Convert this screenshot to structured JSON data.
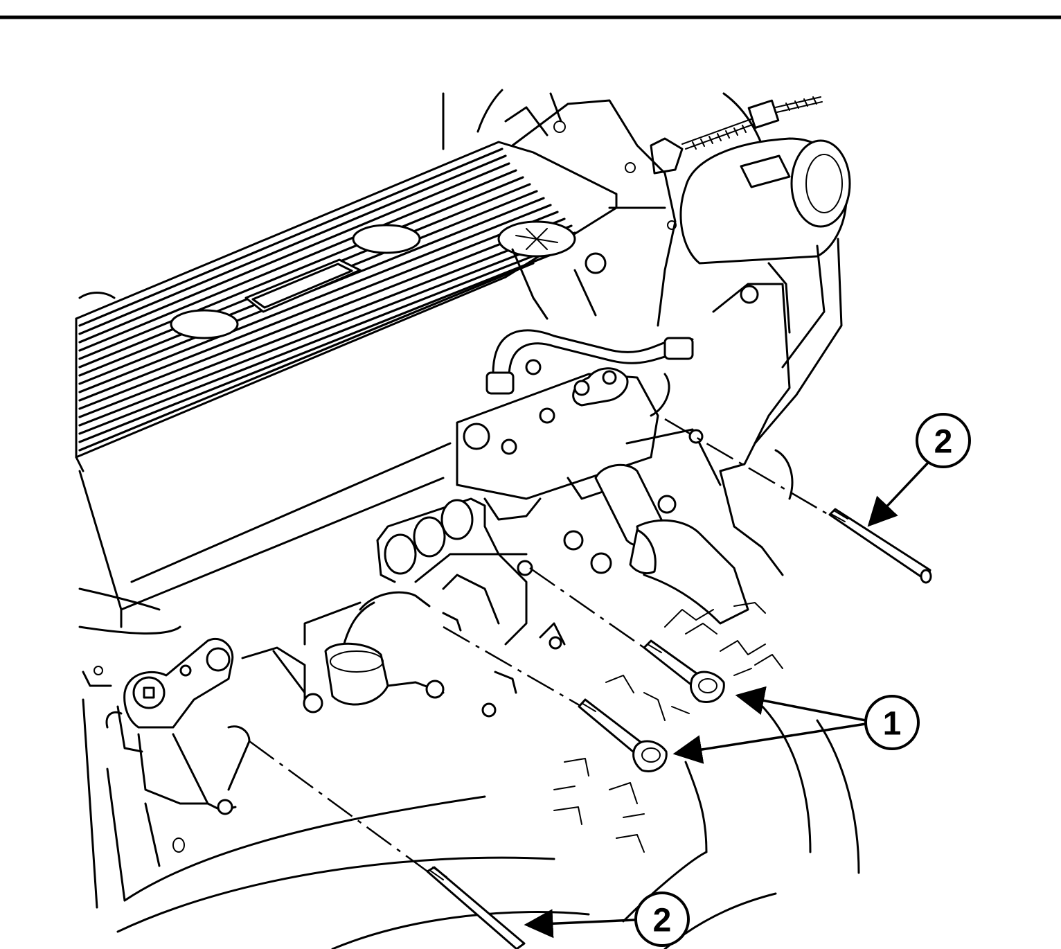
{
  "diagram": {
    "callouts": [
      {
        "id": "callout-2-upper",
        "label": "2"
      },
      {
        "id": "callout-1",
        "label": "1"
      },
      {
        "id": "callout-2-lower",
        "label": "2"
      }
    ],
    "colors": {
      "ink": "#000000",
      "paper": "#ffffff"
    }
  }
}
